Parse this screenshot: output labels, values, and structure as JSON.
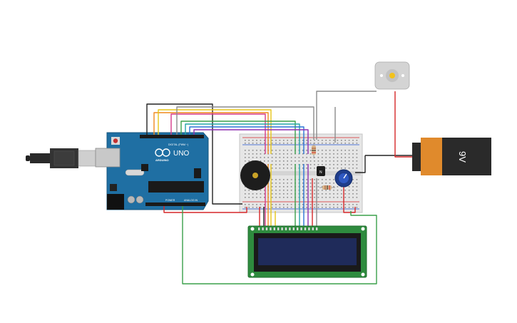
{
  "arduino": {
    "brand": "ARDUINO",
    "model": "UNO",
    "digital_header": "DIGITAL (PWM ~)",
    "power_header": "POWER",
    "analog_header": "ANALOG IN"
  },
  "battery": {
    "label": "9V"
  },
  "transistor": {
    "label": "N"
  },
  "colors": {
    "arduino_board": "#1f6fa3",
    "breadboard": "#e6e6e6",
    "lcd_pcb": "#2e8b3e",
    "lcd_screen": "#1f2b5a",
    "battery_body": "#2a2a2a",
    "battery_cap": "#e08a2c",
    "wire_red": "#d62728",
    "wire_black": "#222222",
    "wire_green": "#3aa04a",
    "wire_blue": "#2a74d6",
    "wire_yellow": "#e6c619",
    "wire_orange": "#ef8a1e",
    "wire_purple": "#8e2fb0",
    "wire_pink": "#d63a8a",
    "wire_gray": "#8c8c8c",
    "wire_teal": "#23a6a6"
  },
  "components": [
    "usb-cable",
    "arduino-uno",
    "breadboard",
    "piezo-buzzer",
    "potentiometer",
    "npn-transistor",
    "resistor",
    "dc-motor",
    "9v-battery",
    "lcd-16x2"
  ]
}
